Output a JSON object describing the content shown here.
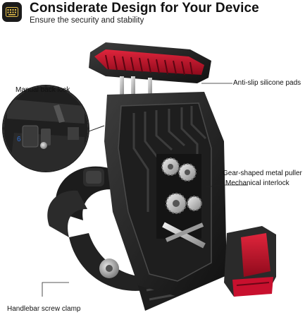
{
  "header": {
    "title": "Considerate Design for Your Device",
    "subtitle": "Ensure the security and stability",
    "logo_icon": "keyboard-grid-icon"
  },
  "callouts": {
    "back_lock": "Manual back lock",
    "pads": "Anti-slip silicone pads",
    "gear_line1": "Gear-shaped metal puller",
    "gear_line2": "Mechanical interlock",
    "clamp": "Handlebar screw clamp"
  },
  "colors": {
    "accent_red": "#c8102e",
    "body_dark": "#2a2a2a",
    "metal": "#b8b8b8"
  }
}
